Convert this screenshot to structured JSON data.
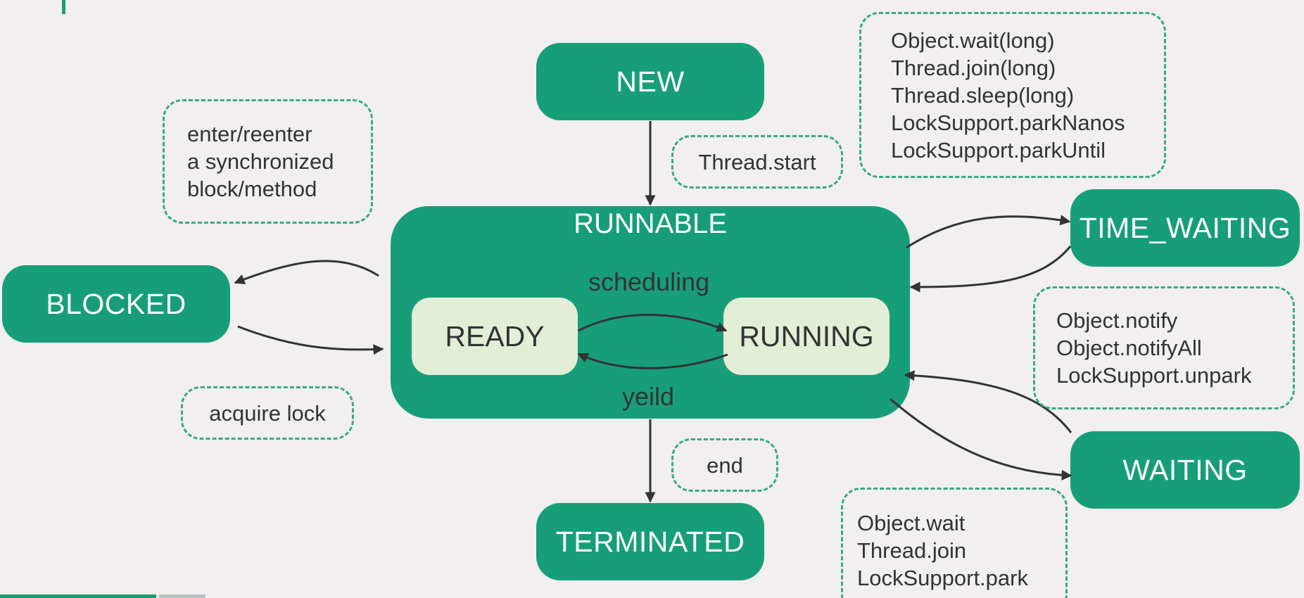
{
  "colors": {
    "state_fill": "#179E79",
    "substate_fill": "#E3EED6",
    "note_border": "#36A986",
    "arrow": "#333333",
    "background": "#F1EFF0"
  },
  "states": {
    "new": "NEW",
    "runnable": "RUNNABLE",
    "ready": "READY",
    "running": "RUNNING",
    "blocked": "BLOCKED",
    "time_waiting": "TIME_WAITING",
    "waiting": "WAITING",
    "terminated": "TERMINATED"
  },
  "transitions": {
    "scheduling": "scheduling",
    "yield": "yeild"
  },
  "notes": {
    "thread_start": "Thread.start",
    "end": "end",
    "acquire_lock": "acquire lock",
    "enter_synchronized": [
      "enter/reenter",
      "a synchronized",
      "block/method"
    ],
    "timed_wait_methods": [
      "Object.wait(long)",
      "Thread.join(long)",
      "Thread.sleep(long)",
      "LockSupport.parkNanos",
      "LockSupport.parkUntil"
    ],
    "notify_methods": [
      "Object.notify",
      "Object.notifyAll",
      "LockSupport.unpark"
    ],
    "wait_methods": [
      "Object.wait",
      "Thread.join",
      "LockSupport.park"
    ]
  }
}
